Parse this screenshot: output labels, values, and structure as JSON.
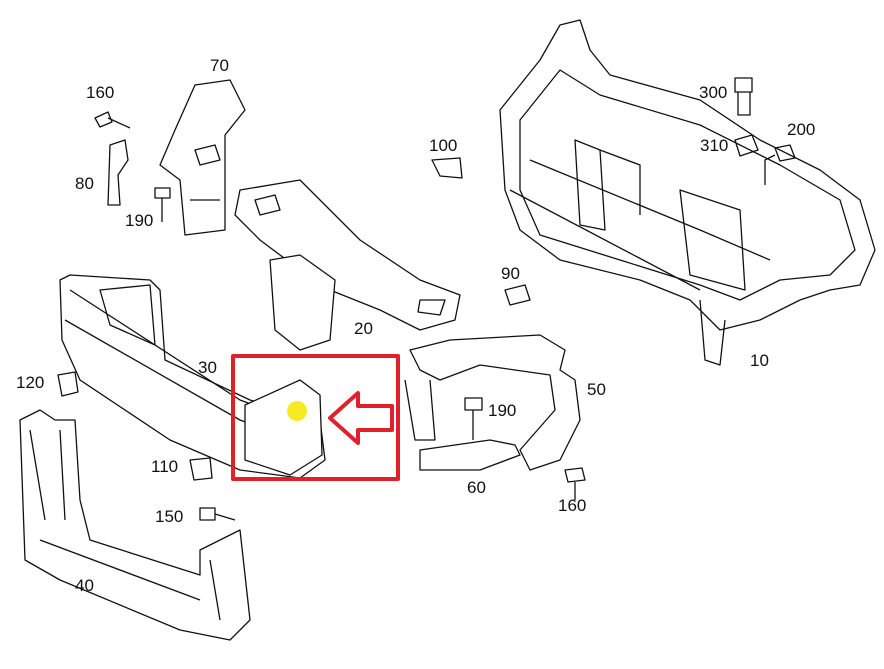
{
  "diagram": {
    "highlight_color": "#e0202a",
    "marker_color": "#f5e600",
    "callouts": [
      {
        "id": "70",
        "text": "70"
      },
      {
        "id": "160a",
        "text": "160"
      },
      {
        "id": "80",
        "text": "80"
      },
      {
        "id": "190a",
        "text": "190"
      },
      {
        "id": "100",
        "text": "100"
      },
      {
        "id": "300",
        "text": "300"
      },
      {
        "id": "310",
        "text": "310"
      },
      {
        "id": "200",
        "text": "200"
      },
      {
        "id": "90",
        "text": "90"
      },
      {
        "id": "20",
        "text": "20"
      },
      {
        "id": "10",
        "text": "10"
      },
      {
        "id": "30",
        "text": "30"
      },
      {
        "id": "120",
        "text": "120"
      },
      {
        "id": "50",
        "text": "50"
      },
      {
        "id": "190b",
        "text": "190"
      },
      {
        "id": "110",
        "text": "110"
      },
      {
        "id": "60",
        "text": "60"
      },
      {
        "id": "160b",
        "text": "160"
      },
      {
        "id": "150",
        "text": "150"
      },
      {
        "id": "40",
        "text": "40"
      }
    ]
  }
}
